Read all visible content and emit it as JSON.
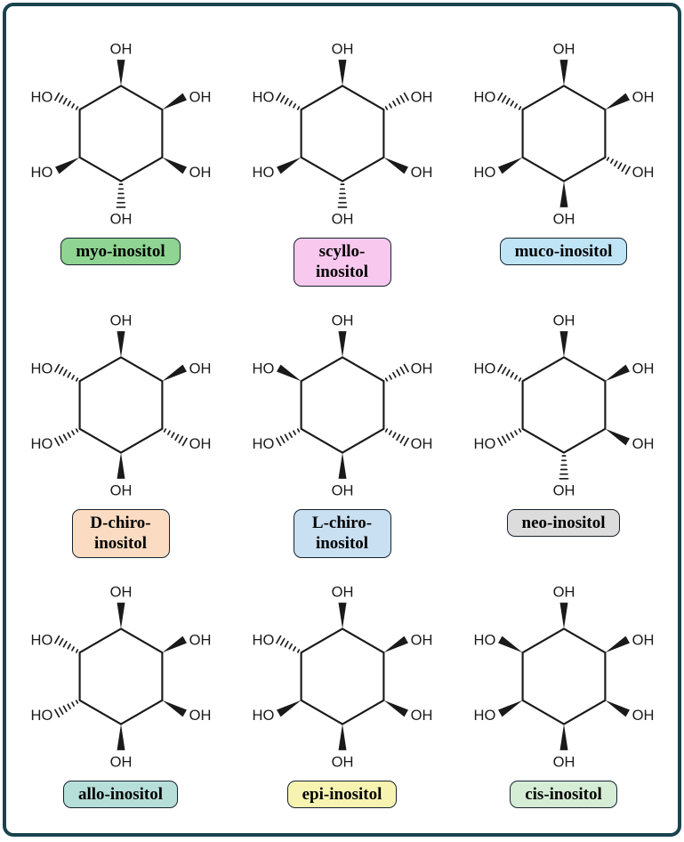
{
  "figure": {
    "border_color": "#1a4350",
    "background": "#ffffff",
    "line_color": "#1a1a1a",
    "box_border_color": "#16222e"
  },
  "atom_labels": {
    "left": "HO",
    "right": "OH",
    "top": "OH",
    "bottom": "OH"
  },
  "molecules": [
    {
      "name": "myo-inositol",
      "label": "myo-inositol",
      "box_color": "#8fd492",
      "bonds": [
        "wedge",
        "wedge",
        "wedge",
        "hash",
        "wedge",
        "hash"
      ]
    },
    {
      "name": "scyllo-inositol",
      "label": "scyllo-\ninositol",
      "box_color": "#f8c8ef",
      "bonds": [
        "wedge",
        "hash",
        "wedge",
        "hash",
        "wedge",
        "hash"
      ]
    },
    {
      "name": "muco-inositol",
      "label": "muco-inositol",
      "box_color": "#bfe4f6",
      "bonds": [
        "wedge",
        "wedge",
        "hash",
        "wedge",
        "wedge",
        "hash"
      ]
    },
    {
      "name": "D-chiro-inositol",
      "label": "D-chiro-\ninositol",
      "box_color": "#fbdcc2",
      "bonds": [
        "wedge",
        "wedge",
        "hash",
        "wedge",
        "hash",
        "hash"
      ]
    },
    {
      "name": "L-chiro-inositol",
      "label": "L-chiro-\ninositol",
      "box_color": "#c9dff2",
      "bonds": [
        "wedge",
        "hash",
        "hash",
        "wedge",
        "hash",
        "wedge"
      ]
    },
    {
      "name": "neo-inositol",
      "label": "neo-inositol",
      "box_color": "#dcdcdc",
      "bonds": [
        "wedge",
        "wedge",
        "wedge",
        "hash",
        "hash",
        "hash"
      ]
    },
    {
      "name": "allo-inositol",
      "label": "allo-inositol",
      "box_color": "#b7dfd9",
      "bonds": [
        "wedge",
        "wedge",
        "wedge",
        "wedge",
        "hash",
        "hash"
      ]
    },
    {
      "name": "epi-inositol",
      "label": "epi-inositol",
      "box_color": "#f7f4b2",
      "bonds": [
        "wedge",
        "wedge",
        "wedge",
        "wedge",
        "wedge",
        "hash"
      ]
    },
    {
      "name": "cis-inositol",
      "label": "cis-inositol",
      "box_color": "#d5ecd5",
      "bonds": [
        "wedge",
        "wedge",
        "wedge",
        "wedge",
        "wedge",
        "wedge"
      ]
    }
  ]
}
